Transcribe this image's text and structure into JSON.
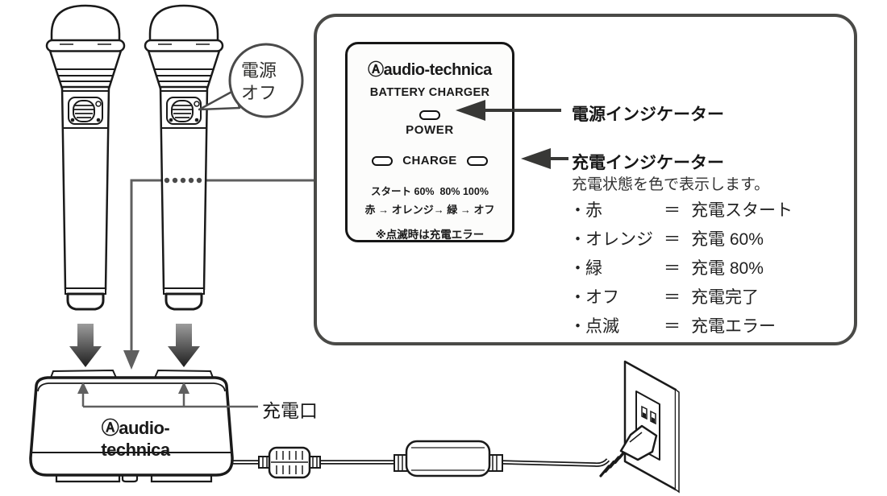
{
  "balloon": {
    "line1": "電源",
    "line2": "オフ"
  },
  "panel": {
    "logo_mark": "Ⓐ",
    "logo_text": "audio-technica",
    "title": "BATTERY CHARGER",
    "power_label": "POWER",
    "charge_label": "CHARGE",
    "steps_line": "スタート 60%  80% 100%",
    "colors_line": "赤 → オレンジ→ 緑 → オフ",
    "note": "※点滅時は充電エラー"
  },
  "callouts": {
    "power_indicator": "電源インジケーター",
    "charge_indicator": "充電インジケーター",
    "charge_description": "充電状態を色で表示します。",
    "legend": {
      "bullet": "・",
      "equals": "＝",
      "rows": [
        {
          "name": "赤",
          "value": "充電スタート"
        },
        {
          "name": "オレンジ",
          "value": "充電 60%"
        },
        {
          "name": "緑",
          "value": "充電 80%"
        },
        {
          "name": "オフ",
          "value": "充電完了"
        },
        {
          "name": "点滅",
          "value": "充電エラー"
        }
      ]
    }
  },
  "charger": {
    "logo_mark": "Ⓐ",
    "logo_text": "audio-technica",
    "port_label": "充電口"
  },
  "colors": {
    "outline": "#1a1a1a",
    "frame_border": "#4a4a47",
    "indicator_arrow": "#383836",
    "callout_gray": "#5f5f5f",
    "panel_bg": "#fcfcfb"
  }
}
